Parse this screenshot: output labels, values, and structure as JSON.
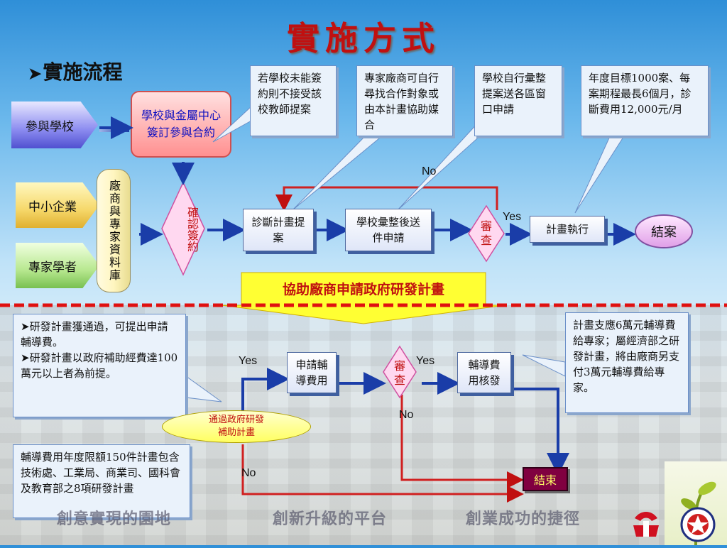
{
  "title": "實施方式",
  "subtitle": "實施流程",
  "left_entities": {
    "school": "參與學校",
    "sme": "中小企業",
    "experts": "專家學者"
  },
  "contract_box": "學校與金屬中心簽訂參與合約",
  "database": "廠商與專家資料庫",
  "confirm": "確認簽約",
  "notes": {
    "n1": "若學校未能簽約則不接受該校教師提案",
    "n2": "專家廠商可自行尋找合作對象或由本計畫協助媒合",
    "n3": "學校自行彙整提案送各區窗口申請",
    "n4": "年度目標1000案、每案期程最長6個月，診斷費用12,000元/月"
  },
  "flow": {
    "diagnose": "診斷計畫提案",
    "submit": "學校彙整後送件申請",
    "review": "審查",
    "execute": "計畫執行",
    "end": "結案",
    "no": "No",
    "yes": "Yes"
  },
  "banner": "協助廠商申請政府研發計畫",
  "lower": {
    "left_note_line1": "研發計畫獲通過，可提出申請輔導費。",
    "left_note_line2": "研發計畫以政府補助經費達100萬元以上者為前提。",
    "right_note": "計畫支應6萬元輔導費給專家；屬經濟部之研發計畫，將由廠商另支付3萬元輔導費給專家。",
    "bottom_note": "輔導費用年度限額150件計畫包含技術處、工業局、商業司、國科會及教育部之8項研發計畫",
    "ellipse": "通過政府研發補助計畫",
    "apply": "申請輔導費用",
    "review": "審查",
    "approve": "輔導費用核發",
    "end": "結束",
    "yes1": "Yes",
    "yes2": "Yes",
    "no1": "No",
    "no2": "No"
  },
  "footer": {
    "f1": "創意實現的園地",
    "f2": "創新升級的平台",
    "f3": "創業成功的捷徑"
  },
  "colors": {
    "red": "#c01010",
    "blue_flow": "#1a3da8",
    "yellow_banner": "#ffff33"
  }
}
